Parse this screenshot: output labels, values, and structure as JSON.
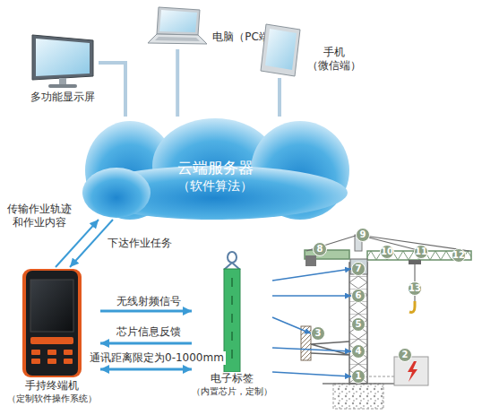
{
  "diagram": {
    "nodes": [
      {
        "text": [
          "多功能显示屏"
        ]
      },
      {
        "text": [
          "电脑（PC端）"
        ]
      },
      {
        "text": [
          "手机",
          "（微信端）"
        ]
      },
      {
        "text": [
          "云端服务器",
          "（软件算法）"
        ]
      },
      {
        "text": [
          "手持终端机",
          "（定制软件操作系统）"
        ]
      },
      {
        "text": [
          "电子标签",
          "（内置芯片，定制）"
        ]
      },
      {
        "text": [
          "1"
        ]
      },
      {
        "text": [
          "2"
        ]
      },
      {
        "text": [
          "3"
        ]
      },
      {
        "text": [
          "4"
        ]
      },
      {
        "text": [
          "5"
        ]
      },
      {
        "text": [
          "6"
        ]
      },
      {
        "text": [
          "7"
        ]
      },
      {
        "text": [
          "8"
        ]
      },
      {
        "text": [
          "9"
        ]
      },
      {
        "text": [
          "10"
        ]
      },
      {
        "text": [
          "11"
        ]
      },
      {
        "text": [
          "12"
        ]
      },
      {
        "text": [
          "13"
        ]
      }
    ],
    "edges": [
      {
        "from": 0,
        "to": 3,
        "arrow": "none"
      },
      {
        "from": 1,
        "to": 3,
        "arrow": "none"
      },
      {
        "from": 2,
        "to": 3,
        "arrow": "none"
      },
      {
        "from": 4,
        "to": 3,
        "label": "传输作业轨迹和作业内容",
        "arrow": "to"
      },
      {
        "from": 3,
        "to": 4,
        "label": "下达作业任务",
        "arrow": "to"
      },
      {
        "from": 4,
        "to": 5,
        "label": "无线射频信号",
        "arrow": "to"
      },
      {
        "from": 5,
        "to": 4,
        "label": "芯片信息反馈",
        "arrow": "to"
      },
      {
        "from": 4,
        "to": 5,
        "label": "通讯距离限定为0-1000mm",
        "arrow": "both"
      },
      {
        "from": 5,
        "to": 12,
        "arrow": "to"
      },
      {
        "from": 5,
        "to": 11,
        "arrow": "to"
      },
      {
        "from": 5,
        "to": 8,
        "arrow": "to"
      },
      {
        "from": 5,
        "to": 9,
        "arrow": "to"
      },
      {
        "from": 5,
        "to": 6,
        "arrow": "to"
      }
    ]
  }
}
